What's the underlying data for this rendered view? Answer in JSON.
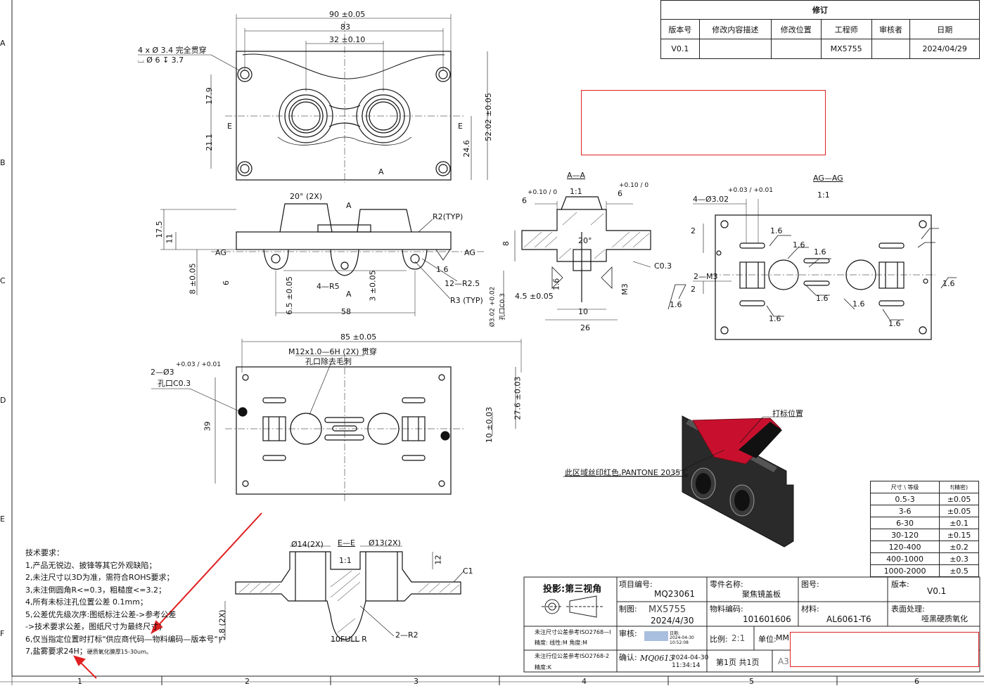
{
  "revision": {
    "title": "修订",
    "headers": [
      "版本号",
      "修改内容描述",
      "修改位置",
      "工程师",
      "审核者",
      "日期"
    ],
    "row": [
      "V0.1",
      "",
      "",
      "MX5755",
      "",
      "2024/04/29"
    ]
  },
  "border": {
    "rows": [
      "A",
      "B",
      "C",
      "D",
      "E",
      "F"
    ],
    "cols": [
      "1",
      "2",
      "3",
      "4",
      "5",
      "6"
    ]
  },
  "top_view": {
    "dim_90": "90 ±0.05",
    "dim_83": "83",
    "dim_32": "32 ±0.10",
    "hole_note_1": "4 x Ø 3.4 完全贯穿",
    "hole_note_2": "⌴ Ø 6 ↧ 3.7",
    "dim_17_9": "17.9",
    "dim_21_1": "21.1",
    "dim_24_6": "24.6",
    "dim_52": "52.02 ±0.05",
    "e_left": "E",
    "e_right": "E",
    "a_mark": "A"
  },
  "front_view": {
    "angle": "20° (2X)",
    "dim_17_5": "17.5",
    "dim_11": "11",
    "ag_left": "AG",
    "ag_right": "AG",
    "a_top": "A",
    "a_bottom": "A",
    "dim_8": "8 ±0.05",
    "dim_6": "6",
    "dim_6_5": "6.5 ±0.05",
    "dim_3": "3 ±0.05",
    "dim_58": "58",
    "r5": "4—R5",
    "r2": "R2(TYP)",
    "r2_5": "12—R2.5",
    "r3": "R3 (TYP)",
    "rough": "1.6"
  },
  "section_aa": {
    "title": "A—A",
    "scale": "1:1",
    "tol_left": "+0.10 / 0",
    "tol_right": "+0.10 / 0",
    "dim_6l": "6",
    "dim_6r": "6",
    "dim_8": "8",
    "angle": "20°",
    "c03": "C0.3",
    "dim_4_5": "4.5 ±0.05",
    "dim_302": "Ø3.02 +0.02",
    "dim_c03b": "孔口C0.3",
    "dim_10": "10",
    "dim_26": "26",
    "m3": "M3",
    "rough": "1.6"
  },
  "section_agag": {
    "title": "AG—AG",
    "scale": "1:1",
    "hole": "4—Ø3.02",
    "hole_tol": "+0.03 / +0.01",
    "m3": "2—M3",
    "dim_2a": "2",
    "dim_2b": "2",
    "rough": "1.6"
  },
  "bottom_view": {
    "dim_85": "85 ±0.05",
    "thread_1": "M12x1.0—6H (2X) 贯穿",
    "thread_2": "孔口除去毛刺",
    "pin_hole": "2—Ø3",
    "pin_tol": "+0.03 / +0.01",
    "pin_c": "孔口C0.3",
    "dim_39": "39",
    "dim_27_6": "27.6 ±0.03",
    "dim_10": "10 ±0.03"
  },
  "section_ee": {
    "title": "E—E",
    "scale": "1:1",
    "dia_14": "Ø14(2X)",
    "dia_13": "Ø13(2X)",
    "c1": "C1",
    "dim_12": "12",
    "dim_5_8": "5.8 (2X)",
    "full_r": "10FULL R",
    "r2": "2—R2"
  },
  "iso_view": {
    "mark_label": "打标位置",
    "print_note": "此区域丝印红色,PANTONE 2035 C",
    "accent_color": "#c8102e"
  },
  "tech_req": {
    "title": "技术要求：",
    "items": [
      "1,产品无锐边、披锋等其它外观缺陷；",
      "2,未注尺寸以3D为准，需符合ROHS要求；",
      "3,未注倒圆角R<=0.3，粗糙度<=3.2；",
      "4,所有未标注孔位置公差 0.1mm；",
      "5,公差优先级次序:图纸标注公差->参考公差",
      "->技术要求公差，图纸尺寸为最终尺寸；",
      "6,仅当指定位置时打标\"供应商代码—物料编码—版本号\"；",
      "7,盐雾要求24H；"
    ],
    "item7_extra": "硬质氧化膜厚15-30um。"
  },
  "tolerance": {
    "header_size": "尺寸 \\ 等级",
    "header_f": "f(精密)",
    "rows": [
      [
        "0.5-3",
        "±0.05"
      ],
      [
        "3-6",
        "±0.05"
      ],
      [
        "6-30",
        "±0.1"
      ],
      [
        "30-120",
        "±0.15"
      ],
      [
        "120-400",
        "±0.2"
      ],
      [
        "400-1000",
        "±0.3"
      ],
      [
        "1000-2000",
        "±0.5"
      ]
    ]
  },
  "title_block": {
    "projection": "投影:第三视角",
    "proj_no_label": "项目编号:",
    "proj_no": "MQ23061",
    "part_name_label": "零件名称:",
    "part_name": "聚焦镜盖板",
    "drawing_no_label": "图号:",
    "version_label": "版本:",
    "version": "V0.1",
    "drawn_label": "制图:",
    "drawn_by": "MX5755",
    "drawn_date": "2024/4/30",
    "material_code_label": "物料编码:",
    "material_code": "101601606",
    "material_label": "材料:",
    "material": "AL6061-T6",
    "surface_label": "表面处理:",
    "surface": "哑黑硬质氧化",
    "iso1_a": "未注尺寸公差参考ISO2768—I",
    "iso1_b": "精度:  线性:M  角度:M",
    "review_label": "审核:",
    "review_date": "2024-04-30",
    "review_time": "10:52:08",
    "review_date_label": "日期:",
    "scale_label": "比例:",
    "scale": "2:1",
    "unit_label": "单位:",
    "unit": "MM",
    "iso2_a": "未注行位公差参考ISO2768-2",
    "iso2_b": "精度:K",
    "confirm_label": "确认:",
    "confirm_sig": "MQ0613",
    "confirm_date": "2024-04-30",
    "confirm_time": "11:34:14",
    "page": "第1页  共1页",
    "size": "A3"
  }
}
